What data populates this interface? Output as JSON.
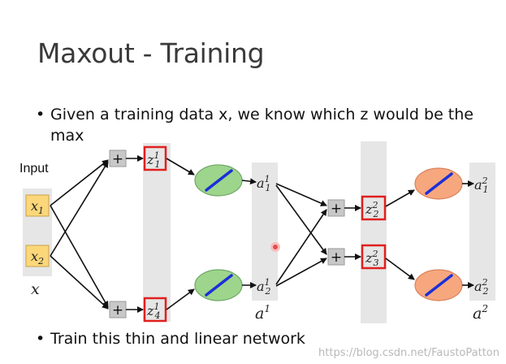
{
  "slide": {
    "title": "Maxout - Training",
    "bullet_symbol": "•",
    "bullets": [
      "Given a training data x, we know which z would be the max",
      "Train this thin and linear network"
    ]
  },
  "diagram": {
    "input_label": "Input",
    "inputs": [
      {
        "base": "x",
        "sub": "1"
      },
      {
        "base": "x",
        "sub": "2"
      }
    ],
    "input_vector_label": "x",
    "plus_symbol": "+",
    "layer1": {
      "z": [
        {
          "base": "z",
          "sub": "1",
          "sup": "1"
        },
        {
          "base": "z",
          "sub": "4",
          "sup": "1"
        }
      ],
      "a": [
        {
          "base": "a",
          "sub": "1",
          "sup": "1"
        },
        {
          "base": "a",
          "sub": "2",
          "sup": "1"
        }
      ],
      "vector_label": {
        "base": "a",
        "sup": "1"
      }
    },
    "layer2": {
      "z": [
        {
          "base": "z",
          "sub": "2",
          "sup": "2"
        },
        {
          "base": "z",
          "sub": "3",
          "sup": "2"
        }
      ],
      "a": [
        {
          "base": "a",
          "sub": "1",
          "sup": "2"
        },
        {
          "base": "a",
          "sub": "2",
          "sup": "2"
        }
      ],
      "vector_label": {
        "base": "a",
        "sup": "2"
      }
    }
  },
  "watermark": "https://blog.csdn.net/FaustoPatton",
  "colors": {
    "input_box": "#fbd77a",
    "input_box_border": "#c9a24a",
    "column_bg": "#e6e6e6",
    "plus_box": "#c8c8c8",
    "z_box_border": "#e0201f",
    "neuron_green": "#9dd58c",
    "neuron_green_border": "#6fa866",
    "neuron_orange": "#f7a77e",
    "neuron_orange_border": "#d9825a",
    "activation_line": "#1a2fd8",
    "cursor_dot": "#e84a4a"
  }
}
